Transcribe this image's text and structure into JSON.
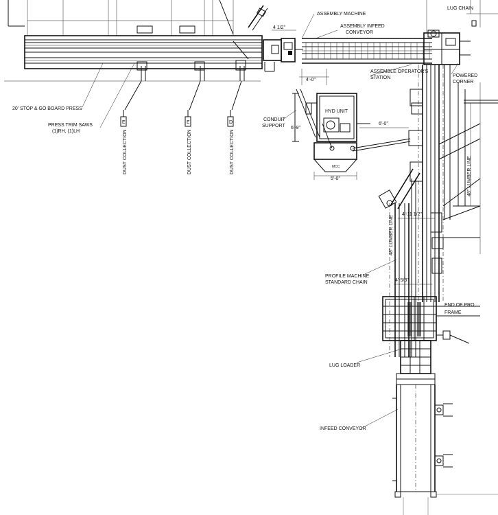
{
  "labels": {
    "assembly_machine": "ASSEMBLY MACHINE",
    "assembly_infeed_conveyor_l1": "ASSEMBLY INFEED",
    "assembly_infeed_conveyor_l2": "CONVEYOR",
    "assemble_operators_station_l1": "ASSEMBLE OPERATOR'S",
    "assemble_operators_station_l2": "STATION",
    "powered_corner_l1": "POWERED",
    "powered_corner_l2": "CORNER",
    "stop_go_board_press": "20' STOP & GO BOARD PRESS",
    "press_trim_saws_l1": "PRESS TRIM SAWS",
    "press_trim_saws_l2": "(1)RH, (1)LH",
    "dust_collection_1": "DUST COLLECTION",
    "dust_collection_2": "DUST COLLECTION",
    "dust_collection_3": "DUST COLLECTION",
    "dust_tag_1": "E",
    "dust_tag_2": "E",
    "dust_tag_3": "D",
    "conduit_support_l1": "CONDUIT",
    "conduit_support_l2": "SUPPORT",
    "hyd_unit": "HYD UNIT",
    "mcc": "MCC",
    "lumber_line_left": "48\" LUMBER LINE",
    "lumber_line_right": "48\" LUMBER LINE",
    "profile_machine_l1": "PROFILE MACHINE",
    "profile_machine_l2": "STANDARD CHAIN",
    "end_of_frame_l1": "END OF PRO",
    "end_of_frame_l2": "FRAME",
    "lug_loader": "LUG LOADER",
    "infeed_conveyor": "INFEED CONVEYOR",
    "lug_chain_top": "LUG CHAIN"
  },
  "dimensions": {
    "d_4_half": "4 1/2\"",
    "d_4_0": "4'-0\"",
    "d_6_9": "6'-9\"",
    "d_6_0": "6'-0\"",
    "d_5_0": "5'-0\"",
    "d_4_11_half": "4'-11 1/2\"",
    "d_4_5_8": "4'-5/8\""
  }
}
